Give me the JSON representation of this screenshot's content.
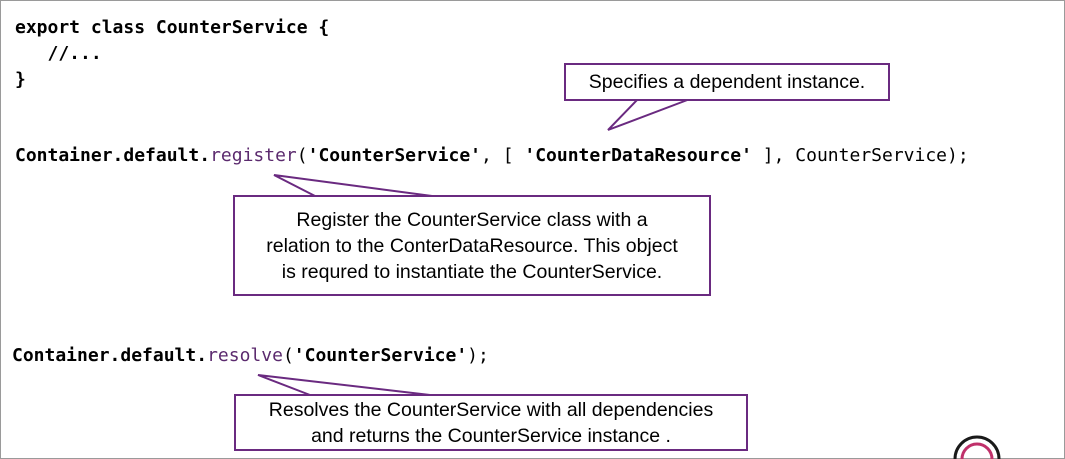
{
  "code": {
    "class_block": {
      "line1": "export class CounterService {",
      "line2": "   //...",
      "line3": "}"
    },
    "register_line": {
      "obj": "Container.default.",
      "method": "register",
      "open": "(",
      "arg1": "'CounterService'",
      "sep1": ", [ ",
      "arg2": "'CounterDataResource'",
      "sep2": " ], CounterService);"
    },
    "resolve_line": {
      "obj": "Container.default.",
      "method": "resolve",
      "open": "(",
      "arg1": "'CounterService'",
      "close": ");"
    }
  },
  "callouts": {
    "dependent": "Specifies a dependent instance.",
    "register": [
      "Register the CounterService class with a",
      "relation to the ConterDataResource. This object",
      "is requred to instantiate the CounterService."
    ],
    "resolve": [
      "Resolves the CounterService with all dependencies",
      "and returns the CounterService instance ."
    ]
  },
  "colors": {
    "callout_border": "#6a2a80",
    "method_text": "#5b2a6e",
    "corner_badge": "#c0306a"
  }
}
